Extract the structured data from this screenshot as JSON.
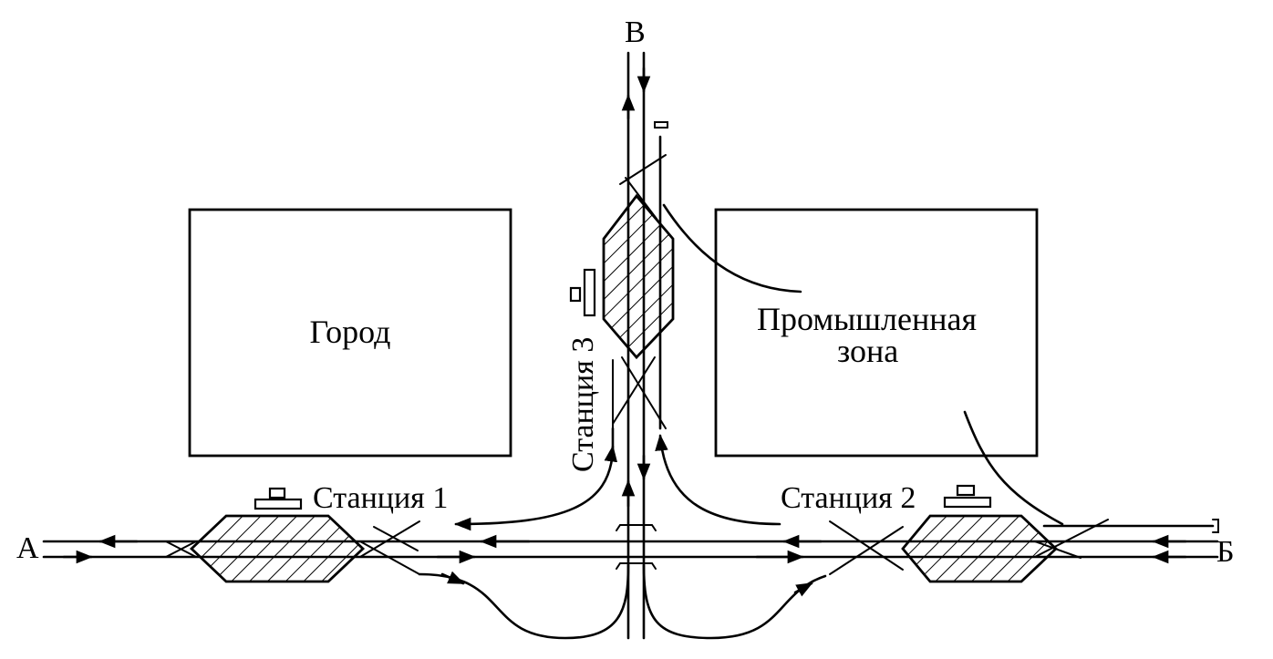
{
  "regions": {
    "city": "Город",
    "industrial_line1": "Промышленная",
    "industrial_line2": "зона"
  },
  "stations": {
    "station1": "Станция 1",
    "station2": "Станция 2",
    "station3": "Станция 3"
  },
  "endpoints": {
    "a": "А",
    "b": "Б",
    "v": "В"
  },
  "colors": {
    "ink": "#000000",
    "background": "#ffffff"
  }
}
